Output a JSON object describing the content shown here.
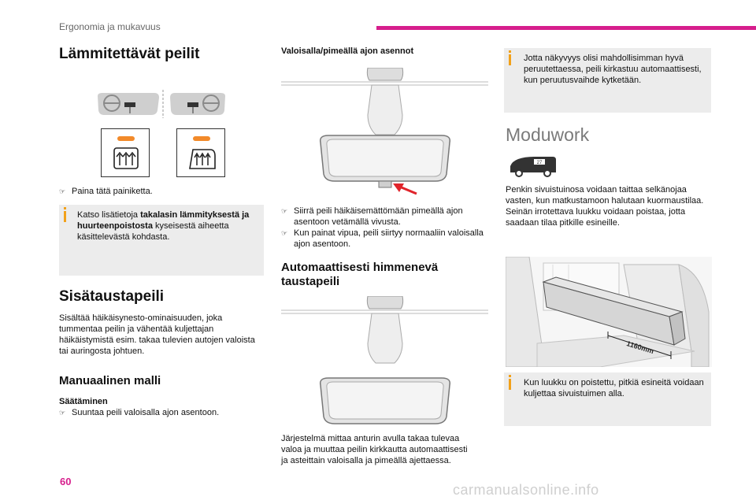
{
  "header": {
    "section_title": "Ergonomia ja mukavuus",
    "accent": "#d61e8c"
  },
  "page_number": "60",
  "watermark": "carmanualsonline.info",
  "col1": {
    "heated_mirrors": {
      "title": "Lämmitettävät peilit",
      "bullet": "Paina tätä painiketta.",
      "note_prefix": "Katso lisätietoja ",
      "note_bold": "takalasin lämmityksestä ja huurteenpoistosta",
      "note_suffix": " kyseisestä aiheetta käsittelevästä kohdasta."
    },
    "interior_mirror": {
      "title": "Sisätaustapeili",
      "body": "Sisältää häikäisynesto-ominaisuuden, joka tummentaa peilin ja vähentää kuljettajan häikäistymistä esim. takaa tulevien autojen valoista tai auringosta johtuen."
    },
    "manual_model": {
      "title": "Manuaalinen malli",
      "adjust_label": "Säätäminen",
      "bullet": "Suuntaa peili valoisalla ajon asentoon."
    }
  },
  "col2": {
    "positions_title": "Valoisalla/pimeällä ajon asennot",
    "bullets": [
      "Siirrä peili häikäisemättömään pimeällä ajon asentoon vetämällä vivusta.",
      "Kun painat vipua, peili siirtyy normaaliin valoisalla ajon asentoon."
    ],
    "auto_title": "Automaattisesti himmenevä taustapeili",
    "auto_body": "Järjestelmä mittaa anturin avulla takaa tulevaa valoa ja muuttaa peilin kirkkautta automaattisesti ja asteittain valoisalla ja pimeällä ajettaessa."
  },
  "col3": {
    "note1": "Jotta näkyvyys olisi mahdollisimman hyvä peruutettaessa, peili kirkastuu automaattisesti, kun peruutusvaihde kytketään.",
    "moduwork_title": "Moduwork",
    "van_badge": "27",
    "body": "Penkin sivuistuinosa voidaan taittaa selkänojaa vasten, kun matkustamoon halutaan kuormaustilaa.\nSeinän irrotettava luukku voidaan poistaa, jotta saadaan tilaa pitkille esineille.",
    "dimension": "1160mm",
    "note2": "Kun luukku on poistettu, pitkiä esineitä voidaan kuljettaa sivuistuimen alla."
  }
}
